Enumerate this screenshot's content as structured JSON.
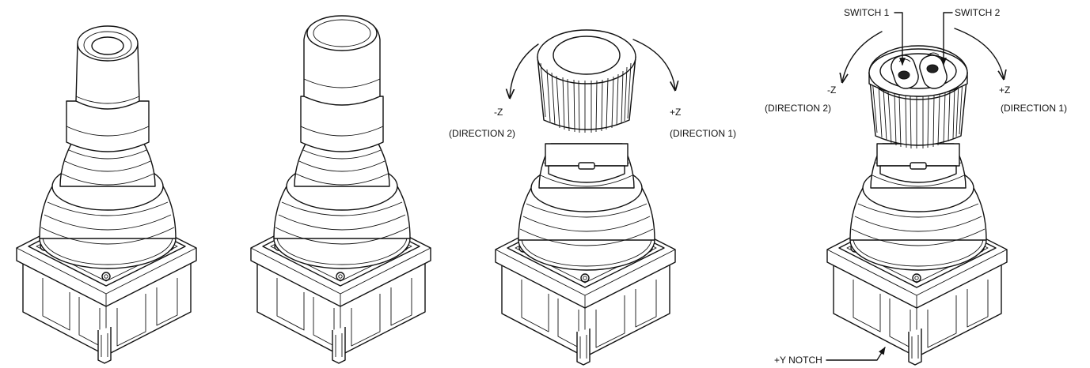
{
  "figure": {
    "labels": {
      "minus_z": "-Z",
      "plus_z": "+Z",
      "direction_2": "(DIRECTION 2)",
      "direction_1": "(DIRECTION 1)",
      "switch_1": "SWITCH 1",
      "switch_2": "SWITCH 2",
      "y_notch": "+Y NOTCH"
    },
    "views": [
      {
        "id": "pushbutton-handle"
      },
      {
        "id": "smooth-handle"
      },
      {
        "id": "knurled-rotary-handle"
      },
      {
        "id": "knurled-rotary-switch-handle"
      }
    ]
  }
}
